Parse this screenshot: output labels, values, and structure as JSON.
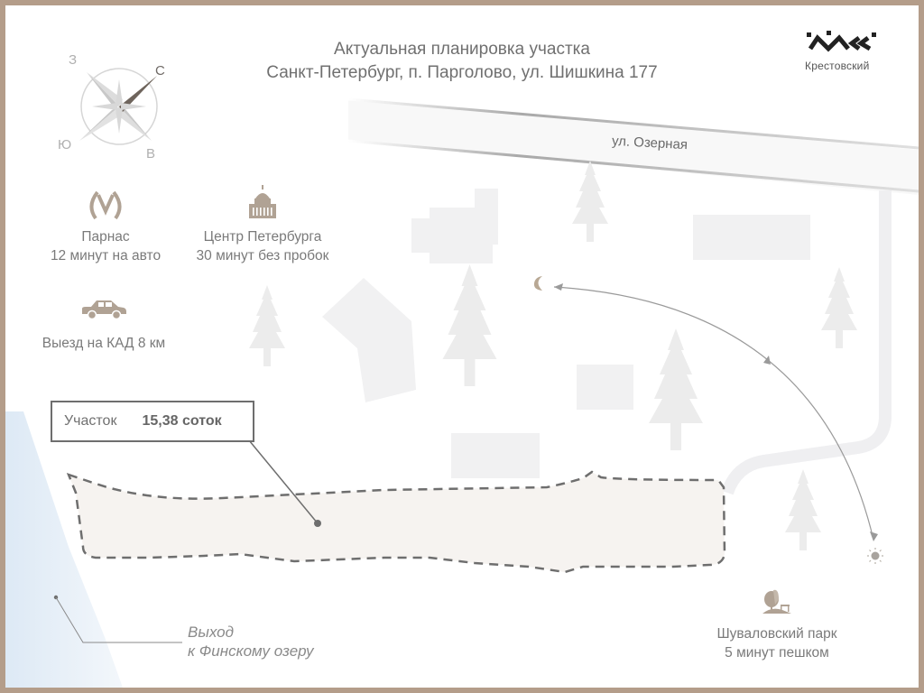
{
  "header": {
    "title_line1": "Актуальная планировка участка",
    "title_line2": "Санкт-Петербург, п. Парголово, ул. Шишкина 177"
  },
  "logo": {
    "text": "Крестовский",
    "icon": "krestovsky-logo-icon"
  },
  "compass": {
    "north": "С",
    "east": "В",
    "south": "Ю",
    "west": "З"
  },
  "info": {
    "metro": {
      "icon": "metro-icon",
      "line1": "Парнас",
      "line2": "12 минут на авто"
    },
    "center": {
      "icon": "capitol-building-icon",
      "line1": "Центр Петербурга",
      "line2": "30 минут без пробок"
    },
    "ring_road": {
      "icon": "car-icon",
      "line1": "Выезд на КАД 8 км"
    }
  },
  "map": {
    "street_label": "ул. Озерная",
    "plot": {
      "label": "Участок",
      "value": "15,38 соток"
    },
    "lake": {
      "line1": "Выход",
      "line2": "к Финскому озеру"
    },
    "park": {
      "icon": "park-tree-bench-icon",
      "line1": "Шуваловский парк",
      "line2": "5 минут пешком"
    },
    "sun_path": {
      "start_icon": "sun-icon",
      "end_icon": "moon-icon"
    }
  },
  "colors": {
    "frame": "#b49d8a",
    "accent": "#b0a294",
    "text": "#707070",
    "plot_fill": "#f6f3f0",
    "plot_border": "#6e6e6e",
    "lake": "#e3eef8"
  }
}
